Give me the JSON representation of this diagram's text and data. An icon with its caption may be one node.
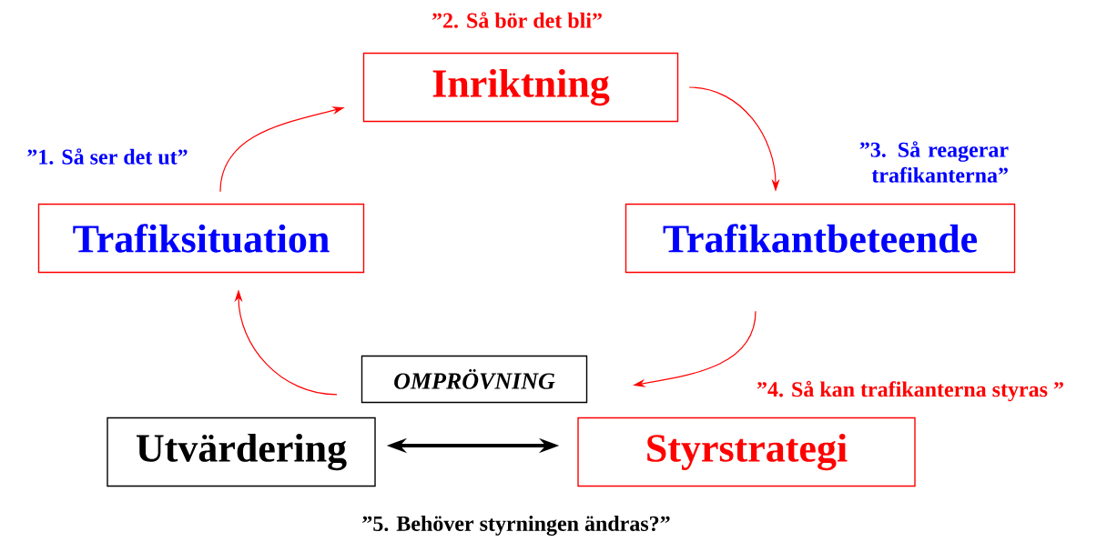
{
  "diagram": {
    "nodes": [
      {
        "text": [
          "Inriktning"
        ]
      },
      {
        "text": [
          "Trafiksituation"
        ]
      },
      {
        "text": [
          "Trafikantbeteende"
        ]
      },
      {
        "text": [
          "OMPRÖVNING"
        ]
      },
      {
        "text": [
          "Utvärdering"
        ]
      },
      {
        "text": [
          "Styrstrategi"
        ]
      }
    ],
    "edges": [
      {
        "from": 1,
        "to": 0,
        "arrow": "to"
      },
      {
        "from": 0,
        "to": 2,
        "arrow": "to"
      },
      {
        "from": 2,
        "to": 5,
        "arrow": "to"
      },
      {
        "from": 4,
        "to": 1,
        "arrow": "to"
      },
      {
        "from": 4,
        "to": 5,
        "arrow": "both",
        "style": "thick",
        "color": "#000000"
      }
    ],
    "labels": [
      "”2. Så bör det bli”",
      "”1. Så ser det ut”",
      "”3. Så reagerar trafikanterna”",
      "”4. Så kan trafikanterna styras ”",
      "”5. Behöver styrningen ändras?”"
    ]
  }
}
